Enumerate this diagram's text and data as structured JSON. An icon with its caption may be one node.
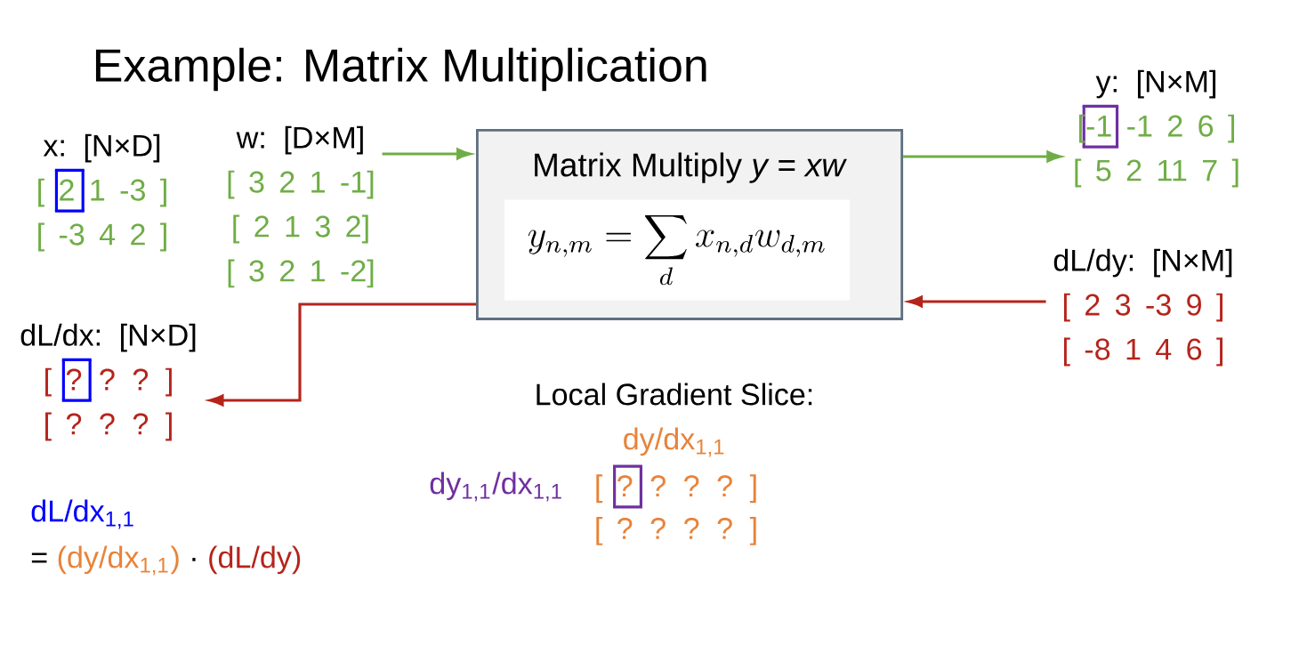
{
  "diagram": {
    "title": "Example: Matrix Multiplication",
    "nodes": [
      {
        "text": [
          "x: [N×D]",
          "[ 2 1 -3 ]",
          "[ -3 4 2 ]"
        ]
      },
      {
        "text": [
          "w: [D×M]",
          "[ 3 2 1 -1]",
          "[ 2 1 3 2]",
          "[ 3 2 1 -2]"
        ]
      },
      {
        "text": [
          "Matrix Multiply *y = xw*"
        ]
      },
      {
        "text": [
          "y_{n,m} = \\sum_{d} x_{n,d} w_{d,m}"
        ],
        "in": 2
      },
      {
        "text": [
          "y: [N×M]",
          "[-1 -1 2 6 ]",
          "[ 5 2 11 7 ]"
        ]
      },
      {
        "text": [
          "dL/dy: [N×M]",
          "[ 2 3 -3 9 ]",
          "[ -8 1 4 6 ]"
        ]
      },
      {
        "text": [
          "dL/dx: [N×D]",
          "[ ? ? ? ]",
          "[ ? ? ? ]"
        ]
      }
    ],
    "edges": [
      {
        "from": 1,
        "to": 2,
        "arrow": "to",
        "color": "#70ad47"
      },
      {
        "from": 2,
        "to": 4,
        "arrow": "to",
        "color": "#70ad47"
      },
      {
        "from": 5,
        "to": 2,
        "arrow": "to",
        "color": "#b5241b"
      },
      {
        "from": 2,
        "to": 6,
        "arrow": "to",
        "color": "#b5241b"
      }
    ],
    "labels": [
      "Local Gradient Slice:",
      "dy/dx$_{1,1}$",
      "dy$_{1,1}$/dx$_{1,1}$",
      "[ ? ? ? ? ]",
      "[ ? ? ? ? ]",
      "dL/dx$_{1,1}$",
      "=",
      "(dy/dx$_{1,1}$)",
      "·",
      "(dL/dy)"
    ]
  }
}
